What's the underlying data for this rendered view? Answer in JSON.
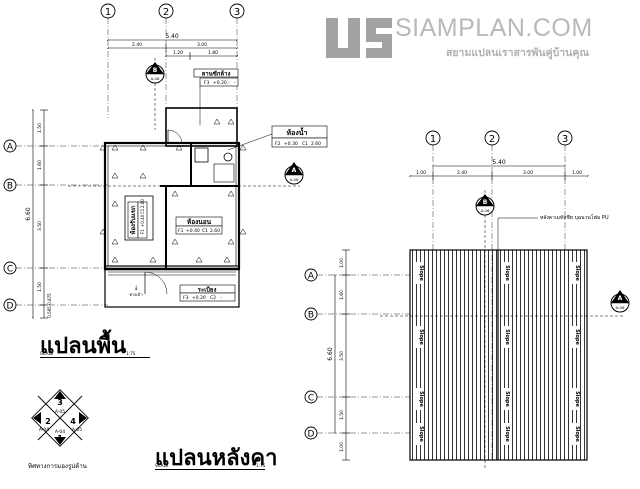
{
  "brand": {
    "logo_text": "SIAMPLAN.COM",
    "tagline": "สยามแปลนเราสารพันคู่บ้านคุณ",
    "accent_color": "#9d9d9d",
    "logo_icon": "siamplan-logo-icon"
  },
  "floor_plan": {
    "title": "แปลนพื้น",
    "scale_label": "SCALE",
    "scale_value": "1:75",
    "grid_columns": [
      "1",
      "2",
      "3"
    ],
    "grid_rows": [
      "A",
      "B",
      "C",
      "D"
    ],
    "dim_total_width": "5.40",
    "dim_left": "2.40",
    "dim_right": "3.00",
    "dim_sub_a": "1.20",
    "dim_sub_b": "1.80",
    "dim_total_depth": "6.60",
    "dim_v_1": "1.50",
    "dim_v_2": "1.60",
    "dim_v_3": "3.50",
    "dim_v_4": "1.50",
    "dim_v_5": "0.875",
    "dim_v_6": "0.585",
    "section_ref_a": "A",
    "section_ref_a_sheet": "A-06",
    "section_ref_b": "B",
    "section_ref_b_sheet": "A-06",
    "rooms": [
      {
        "name": "ลานซักล้าง",
        "tag": "F3",
        "level": "+0.20"
      },
      {
        "name": "ห้องน้ำ",
        "tag": "F2",
        "level": "+0.30",
        "ceiling_tag": "C1",
        "ceiling": "2.60"
      },
      {
        "name": "ห้องนอน",
        "tag": "F1",
        "level": "+0.40",
        "ceiling_tag": "C1",
        "ceiling": "2.60"
      },
      {
        "name": "ห้องรับแขก",
        "tag": "F1",
        "level": "+0.40",
        "ceiling_tag": "C1",
        "ceiling": "2.60"
      },
      {
        "name": "ระเบียง",
        "tag": "F3",
        "level": "+0.20",
        "ceiling_tag": "C2",
        "ceiling": "-"
      }
    ],
    "dash": "-",
    "entrance_label": "ทางเข้า"
  },
  "elevation_key": {
    "labels": [
      "3",
      "2",
      "4",
      "1"
    ],
    "sheets": [
      "A-05",
      "A-04",
      "A-05",
      "A-04"
    ],
    "caption": "ทิศทางการมองรูปด้าน"
  },
  "roof_plan": {
    "title": "แปลนหลังคา",
    "scale_label": "SCALE",
    "scale_value": "1:75",
    "grid_columns": [
      "1",
      "2",
      "3"
    ],
    "grid_rows": [
      "A",
      "B",
      "C",
      "D"
    ],
    "dim_total_width": "5.40",
    "dim_overhang_left": "1.00",
    "dim_left": "2.40",
    "dim_right": "3.00",
    "dim_overhang_right": "1.00",
    "dim_total_depth": "6.60",
    "dim_v_top": "1.00",
    "dim_v_1": "1.60",
    "dim_v_2": "3.50",
    "dim_v_3": "1.50",
    "dim_v_bottom": "1.00",
    "roof_note": "หลังคาเมทัลชีท บุฉนวนโฟม PU",
    "slope_label": "Slope",
    "section_ref_a": "A",
    "section_ref_a_sheet": "A-06",
    "section_ref_b": "B",
    "section_ref_b_sheet": "A-06"
  }
}
